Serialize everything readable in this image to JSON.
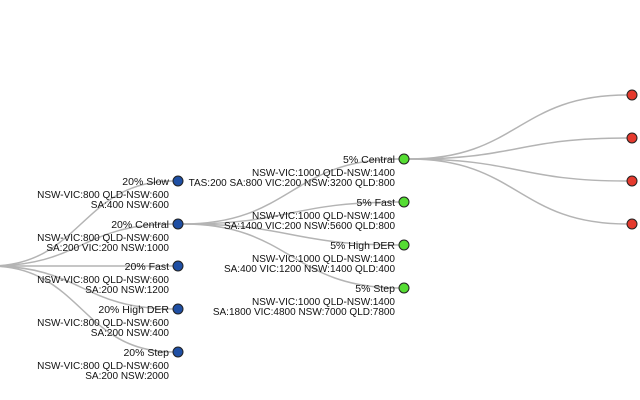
{
  "colors": {
    "blue": "#1f4fa3",
    "green": "#55dd33",
    "red": "#e53a2e",
    "link": "#b4b4b4"
  },
  "level1": [
    {
      "name": "20% Slow",
      "lines": [
        "NSW-VIC:800 QLD-NSW:600",
        "SA:400 NSW:600"
      ]
    },
    {
      "name": "20% Central",
      "lines": [
        "NSW-VIC:800 QLD-NSW:600",
        "SA:200 VIC:200 NSW:1000"
      ]
    },
    {
      "name": "20% Fast",
      "lines": [
        "NSW-VIC:800 QLD-NSW:600",
        "SA:200 NSW:1200"
      ]
    },
    {
      "name": "20% High DER",
      "lines": [
        "NSW-VIC:800 QLD-NSW:600",
        "SA:200 NSW:400"
      ]
    },
    {
      "name": "20% Step",
      "lines": [
        "NSW-VIC:800 QLD-NSW:600",
        "SA:200 NSW:2000"
      ]
    }
  ],
  "level2": [
    {
      "name": "5% Central",
      "lines": [
        "NSW-VIC:1000 QLD-NSW:1400",
        "TAS:200 SA:800 VIC:200 NSW:3200 QLD:800"
      ]
    },
    {
      "name": "5% Fast",
      "lines": [
        "NSW-VIC:1000 QLD-NSW:1400",
        "SA:1400 VIC:200 NSW:5600 QLD:800"
      ]
    },
    {
      "name": "5% High DER",
      "lines": [
        "NSW-VIC:1000 QLD-NSW:1400",
        "SA:400 VIC:1200 NSW:1400 QLD:400"
      ]
    },
    {
      "name": "5% Step",
      "lines": [
        "NSW-VIC:1000 QLD-NSW:1400",
        "SA:1800 VIC:4800 NSW:7000 QLD:7800"
      ]
    }
  ],
  "level3_count": 4
}
